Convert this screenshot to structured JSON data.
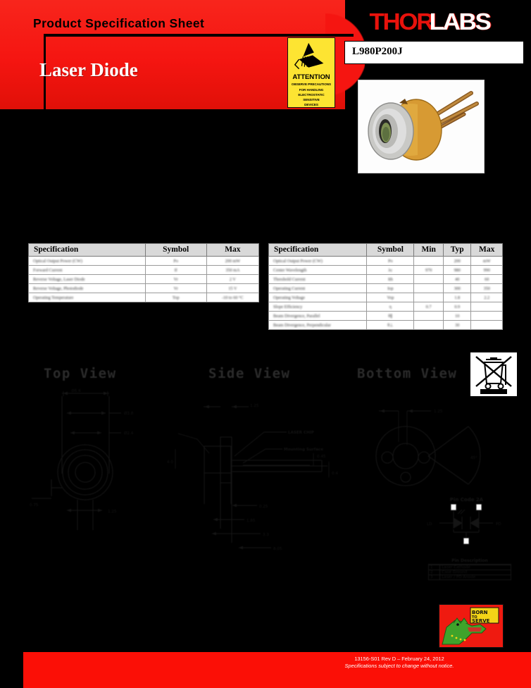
{
  "header": {
    "document_type": "Product Specification Sheet",
    "product_title": "Laser Diode",
    "part_number": "L980P200J",
    "brand_first": "THOR",
    "brand_second": "LABS",
    "brand_color": "#e8120c",
    "band_color": "#f51511"
  },
  "esd_label": {
    "icon": "esd-hand-icon",
    "attention": "ATTENTION",
    "lines": [
      "OBSERVE PRECAUTIONS",
      "FOR HANDLING",
      "ELECTROSTATIC",
      "SENSITIVE",
      "DEVICES"
    ],
    "background": "#fde432"
  },
  "product_photo": {
    "alt": "TO-can laser diode with gold plated leads",
    "icon": "laser-diode-photo"
  },
  "table_absolute_max": {
    "columns": [
      "Specification",
      "Symbol",
      "Max"
    ],
    "rows": [
      [
        "Optical Output Power (CW)",
        "Po",
        "200 mW"
      ],
      [
        "Forward Current",
        "If",
        "350 mA"
      ],
      [
        "Reverse Voltage, Laser Diode",
        "Vr",
        "2 V"
      ],
      [
        "Reverse Voltage, Photodiode",
        "Vr",
        "15 V"
      ],
      [
        "Operating Temperature",
        "Top",
        "-10 to 60 °C"
      ]
    ]
  },
  "table_optical_electrical": {
    "columns": [
      "Specification",
      "Symbol",
      "Min",
      "Typ",
      "Max"
    ],
    "rows": [
      [
        "Optical Output Power (CW)",
        "Po",
        "",
        "200",
        "mW"
      ],
      [
        "Center Wavelength",
        "λc",
        "970",
        "980",
        "990"
      ],
      [
        "Threshold Current",
        "Ith",
        "",
        "40",
        "60"
      ],
      [
        "Operating Current",
        "Iop",
        "",
        "300",
        "350"
      ],
      [
        "Operating Voltage",
        "Vop",
        "",
        "1.8",
        "2.2"
      ],
      [
        "Slope Efficiency",
        "η",
        "0.7",
        "0.9",
        ""
      ],
      [
        "Beam Divergence, Parallel",
        "θ∥",
        "",
        "10",
        ""
      ],
      [
        "Beam Divergence, Perpendicular",
        "θ⊥",
        "",
        "30",
        ""
      ]
    ]
  },
  "diagrams": {
    "top_view_title": "Top View",
    "side_view_title": "Side View",
    "bottom_view_title": "Bottom View",
    "side_view_callouts": [
      "LASER CHIP",
      "Mounting Surface"
    ],
    "pin_code_title": "Pin Code 2A",
    "pin_ld_label": "LD",
    "pin_pd_label": "PD",
    "pin_description_title": "Pin Description",
    "pin_description_rows": [
      [
        "1",
        "Laser Cathode"
      ],
      [
        "2",
        "Case Ground"
      ],
      [
        "3",
        "Laser / PD Anode"
      ]
    ]
  },
  "symbols": {
    "weee": "crossed-out-wheeled-bin-icon",
    "born_to_serve_line1": "BORN",
    "born_to_serve_line2": "TO",
    "born_to_serve_line3": "SERVE"
  },
  "footer": {
    "revision": "13156-S01 Rev D – February 24, 2012",
    "notice": "Specifications subject to change without notice.",
    "band_color": "#fb0f06"
  }
}
